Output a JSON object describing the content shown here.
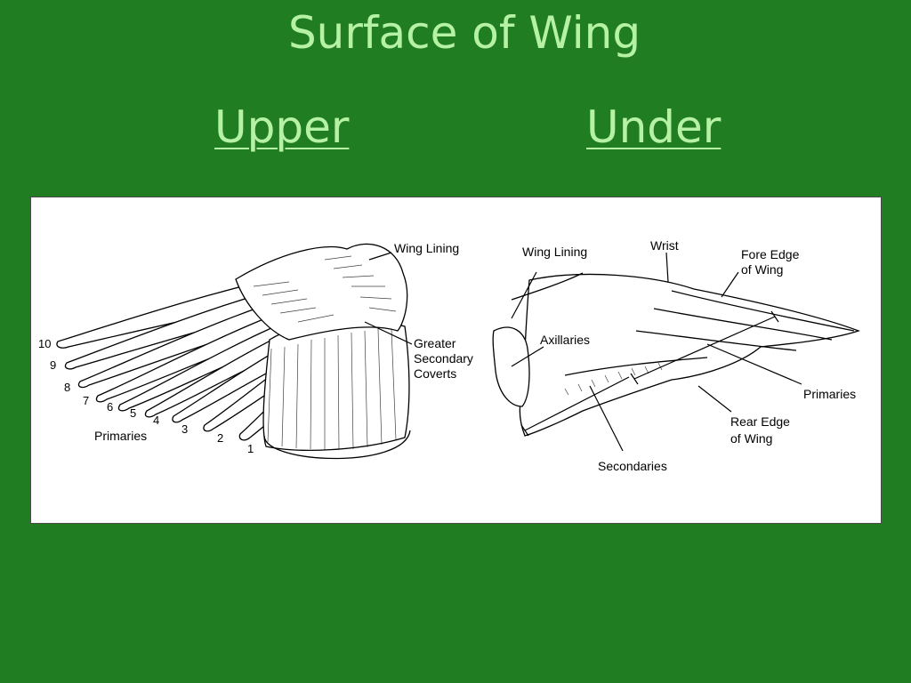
{
  "slide": {
    "title": "Surface of Wing",
    "left_heading": "Upper",
    "right_heading": "Under"
  },
  "upper_wing": {
    "wing_lining": "Wing Lining",
    "greater_coverts": [
      "Greater",
      "Secondary",
      "Coverts"
    ],
    "primaries": "Primaries",
    "primary_numbers": [
      "10",
      "9",
      "8",
      "7",
      "6",
      "5",
      "4",
      "3",
      "2",
      "1"
    ]
  },
  "under_wing": {
    "wing_lining": "Wing Lining",
    "wrist": "Wrist",
    "fore_edge": [
      "Fore Edge",
      "of Wing"
    ],
    "axillaries": "Axillaries",
    "primaries": "Primaries",
    "rear_edge": [
      "Rear Edge",
      "of Wing"
    ],
    "secondaries": "Secondaries"
  },
  "colors": {
    "background": "#217d21",
    "title_text": "#b6f2a6",
    "panel": "#ffffff"
  }
}
